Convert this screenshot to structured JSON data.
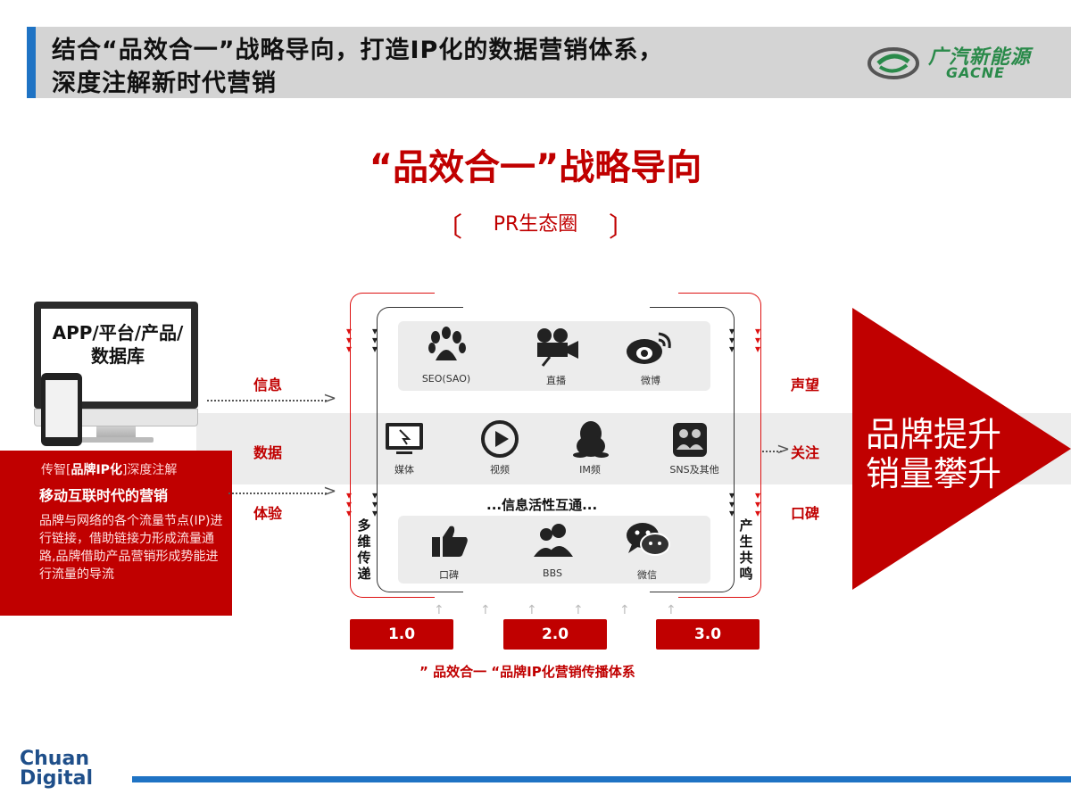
{
  "header": {
    "title_line1": "结合“品效合一”战略导向，打造IP化的数据营销体系，",
    "title_line2": "深度注解新时代营销",
    "logo_cn": "广汽新能源",
    "logo_en": "GACNE",
    "accent_color": "#1f73c4"
  },
  "diagram": {
    "main_title": "“品效合一”战略导向",
    "subtitle": "PR生态圈",
    "bracket_left": "〔",
    "bracket_right": "〕",
    "source": {
      "label": "APP/平台/产品/数据库"
    },
    "left_panel": {
      "top_prefix": "传智[",
      "top_bold": "品牌IP化",
      "top_suffix": "]深度注解",
      "headline": "移动互联时代的营销",
      "body": "品牌与网络的各个流量节点(IP)进行链接，借助链接力形成流量通路,品牌借助产品营销形成势能进行流量的导流"
    },
    "flows": [
      "信息",
      "数据",
      "体验"
    ],
    "top_row": [
      {
        "icon": "baidu-paw-icon",
        "label": "SEO(SAO)"
      },
      {
        "icon": "video-camera-icon",
        "label": "直播"
      },
      {
        "icon": "weibo-icon",
        "label": "微博"
      }
    ],
    "middle_row": [
      {
        "icon": "monitor-icon",
        "label": "媒体"
      },
      {
        "icon": "play-icon",
        "label": "视频"
      },
      {
        "icon": "qq-penguin-icon",
        "label": "IM频"
      },
      {
        "icon": "sns-group-icon",
        "label": "SNS及其他"
      }
    ],
    "activity_text": "...信息活性互通...",
    "bottom_row": [
      {
        "icon": "thumbs-up-icon",
        "label": "口碑"
      },
      {
        "icon": "users-icon",
        "label": "BBS"
      },
      {
        "icon": "wechat-icon",
        "label": "微信"
      }
    ],
    "left_vertical": "多维传递",
    "right_vertical": "产生共鸣",
    "versions": [
      "1.0",
      "2.0",
      "3.0"
    ],
    "caption": "” 品效合一 “品牌IP化营销传播体系",
    "outputs": [
      "声望",
      "关注",
      "口碑"
    ],
    "result_line1": "品牌提升",
    "result_line2": "销量攀升",
    "brand_color": "#c00000"
  },
  "footer": {
    "logo_line1": "Chuan",
    "logo_line2": "Digital"
  }
}
